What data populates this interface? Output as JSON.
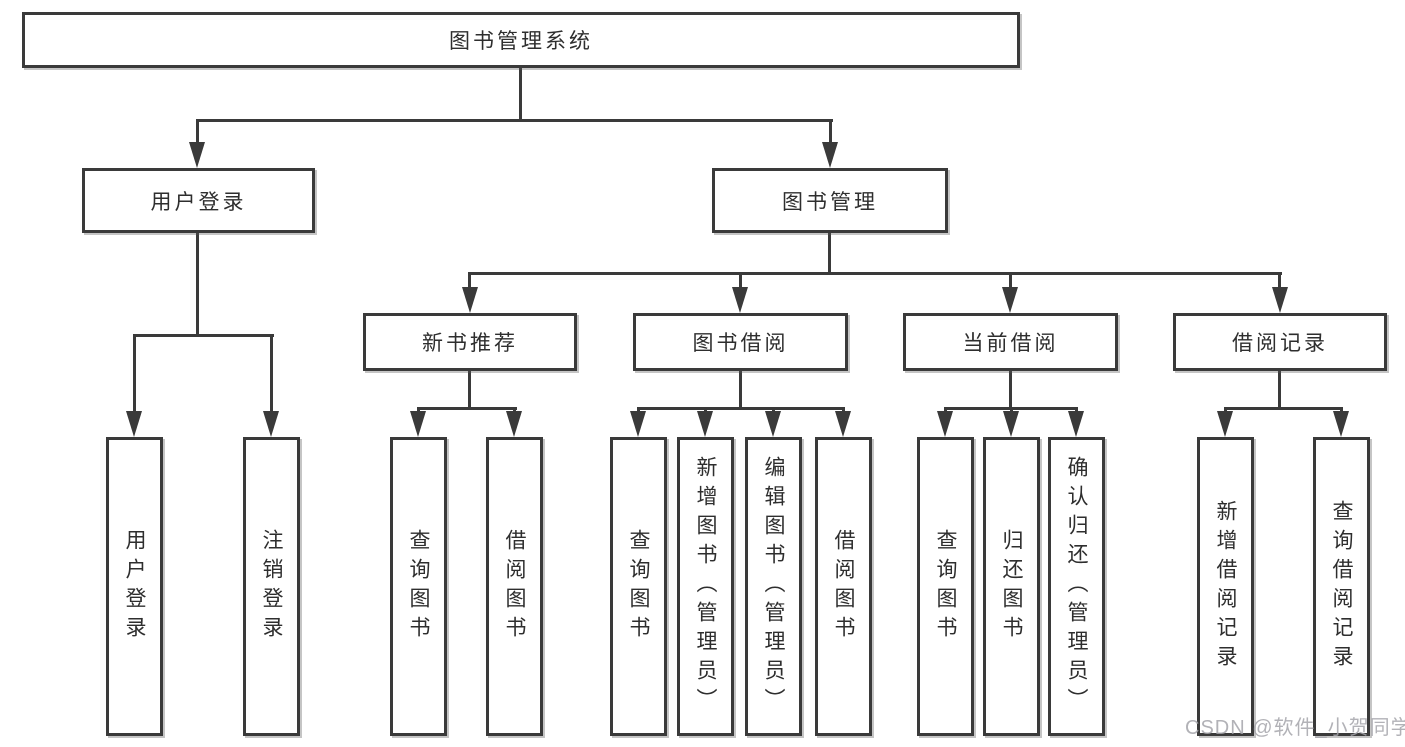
{
  "diagram": {
    "title": "图书管理系统",
    "line_color": "#3a3a3a",
    "text_color": "#2e2e2e",
    "box_background": "#ffffff",
    "nodes": {
      "root": "图书管理系统",
      "user_login": "用户登录",
      "book_mgmt": "图书管理",
      "new_book_rec": "新书推荐",
      "book_borrow": "图书借阅",
      "current_borrow": "当前借阅",
      "borrow_records": "借阅记录",
      "leaf_user_login": "用户登录",
      "leaf_logout": "注销登录",
      "leaf_query_books_rec": "查询图书",
      "leaf_borrow_books_rec": "借阅图书",
      "leaf_query_books_borrow": "查询图书",
      "leaf_add_books": "新增图书（管理员）",
      "leaf_edit_books": "编辑图书（管理员）",
      "leaf_borrow_books_borrow": "借阅图书",
      "leaf_query_books_current": "查询图书",
      "leaf_return_books": "归还图书",
      "leaf_confirm_return": "确认归还（管理员）",
      "leaf_add_borrow_record": "新增借阅记录",
      "leaf_query_borrow_record": "查询借阅记录"
    },
    "edges": [
      [
        "root",
        "user_login"
      ],
      [
        "root",
        "book_mgmt"
      ],
      [
        "user_login",
        "leaf_user_login"
      ],
      [
        "user_login",
        "leaf_logout"
      ],
      [
        "book_mgmt",
        "new_book_rec"
      ],
      [
        "book_mgmt",
        "book_borrow"
      ],
      [
        "book_mgmt",
        "current_borrow"
      ],
      [
        "book_mgmt",
        "borrow_records"
      ],
      [
        "new_book_rec",
        "leaf_query_books_rec"
      ],
      [
        "new_book_rec",
        "leaf_borrow_books_rec"
      ],
      [
        "book_borrow",
        "leaf_query_books_borrow"
      ],
      [
        "book_borrow",
        "leaf_add_books"
      ],
      [
        "book_borrow",
        "leaf_edit_books"
      ],
      [
        "book_borrow",
        "leaf_borrow_books_borrow"
      ],
      [
        "current_borrow",
        "leaf_query_books_current"
      ],
      [
        "current_borrow",
        "leaf_return_books"
      ],
      [
        "current_borrow",
        "leaf_confirm_return"
      ],
      [
        "borrow_records",
        "leaf_add_borrow_record"
      ],
      [
        "borrow_records",
        "leaf_query_borrow_record"
      ]
    ]
  },
  "watermark": {
    "text": "CSDN @软件_小贺同学",
    "color": "#a5a5aa"
  }
}
